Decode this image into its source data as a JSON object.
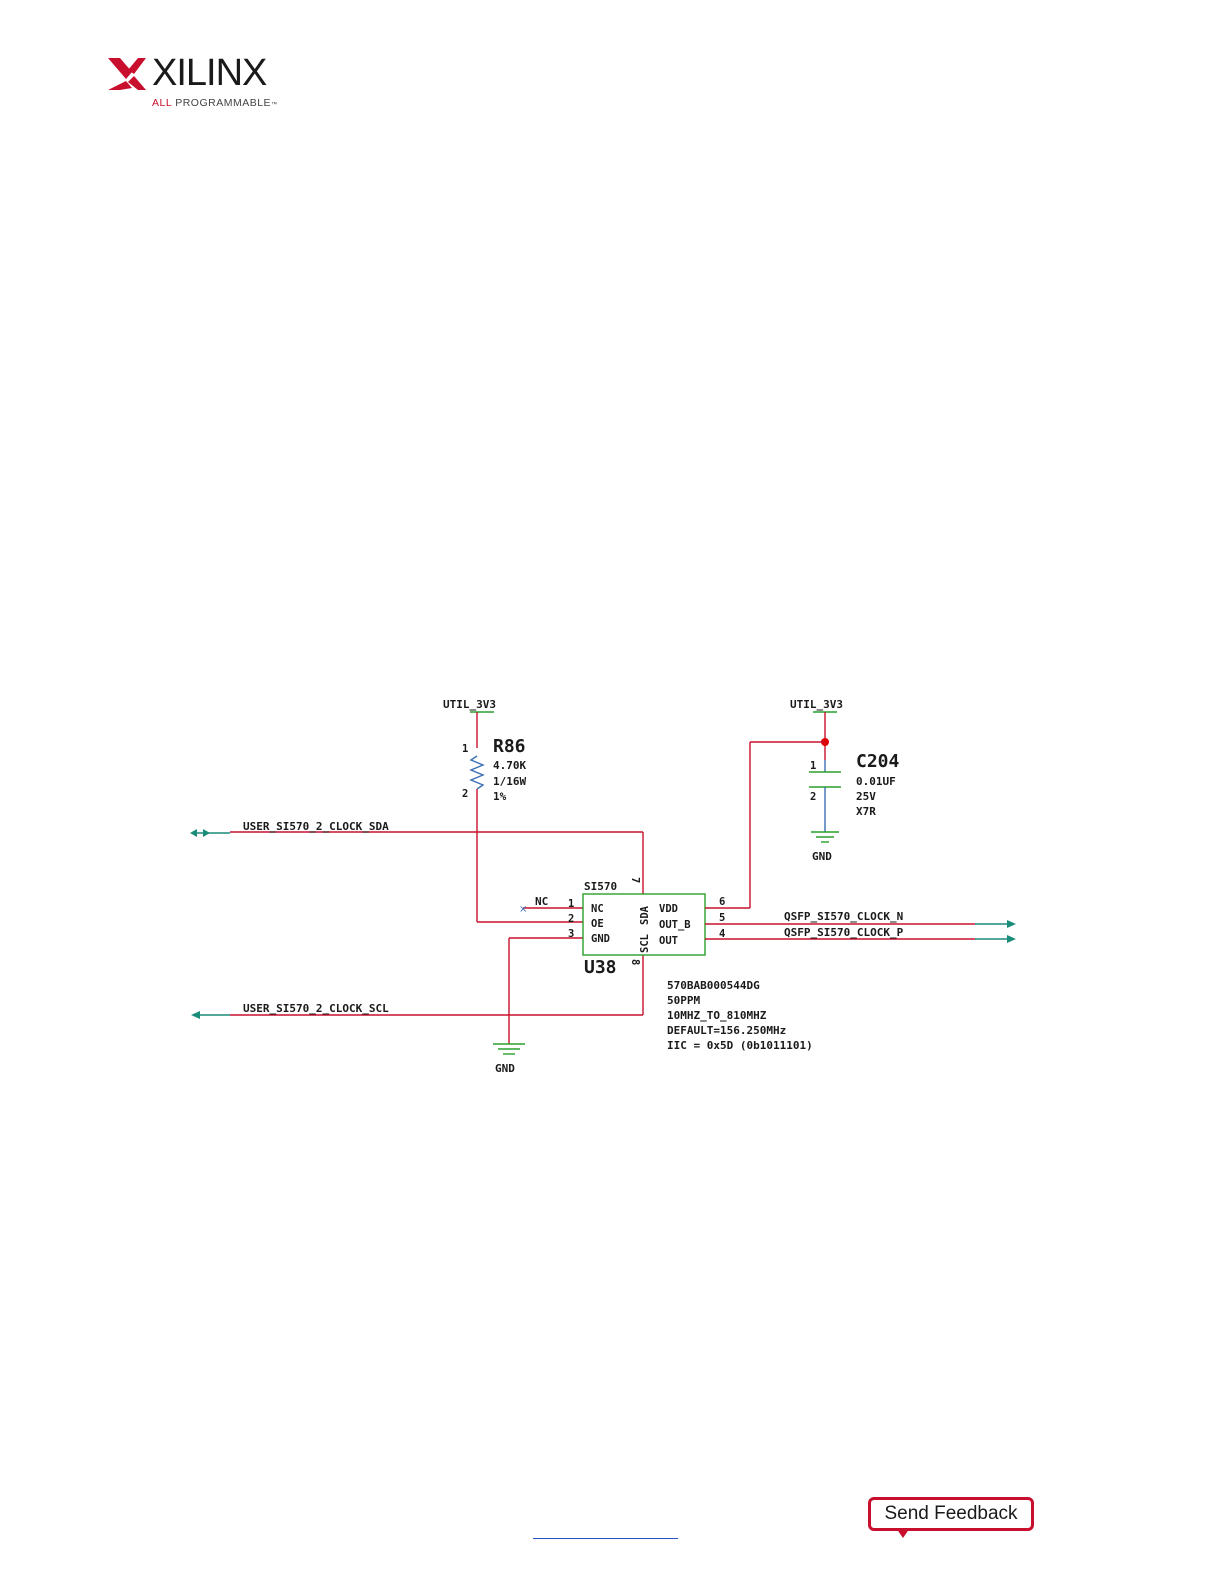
{
  "header": {
    "logo_word": "XILINX",
    "logo_tag_all": "ALL",
    "logo_tag_rest": " PROGRAMMABLE",
    "logo_tm": "™"
  },
  "schematic": {
    "power_left": "UTIL_3V3",
    "power_right": "UTIL_3V3",
    "r86": {
      "ref": "R86",
      "value": "4.70K",
      "power": "1/16W",
      "tol": "1%",
      "pin1": "1",
      "pin2": "2"
    },
    "c204": {
      "ref": "C204",
      "value": "0.01UF",
      "voltage": "25V",
      "dielectric": "X7R",
      "pin1": "1",
      "pin2": "2"
    },
    "gnd_cap": "GND",
    "gnd_main": "GND",
    "net_sda": "USER_SI570_2_CLOCK_SDA",
    "net_scl": "USER_SI570_2_CLOCK_SCL",
    "net_clk_n": "QSFP_SI570_CLOCK_N",
    "net_clk_p": "QSFP_SI570_CLOCK_P",
    "nc_label": "NC",
    "u38": {
      "part": "SI570",
      "ref": "U38",
      "pins_left": [
        {
          "num": "1",
          "name": "NC"
        },
        {
          "num": "2",
          "name": "OE"
        },
        {
          "num": "3",
          "name": "GND"
        }
      ],
      "pins_right": [
        {
          "num": "6",
          "name": "VDD"
        },
        {
          "num": "5",
          "name": "OUT_B"
        },
        {
          "num": "4",
          "name": "OUT"
        }
      ],
      "pin_top": "7",
      "pin_bottom": "8",
      "vertical_sda": "SDA",
      "vertical_scl": "SCL"
    },
    "notes": [
      "570BAB000544DG",
      "50PPM",
      "10MHZ_TO_810MHZ",
      "DEFAULT=156.250MHz",
      "IIC = 0x5D (0b1011101)"
    ]
  },
  "footer": {
    "feedback_label": "Send Feedback"
  },
  "colors": {
    "brand_red": "#c8102e",
    "wire_teal": "#1a8c7a",
    "wire_blue": "#3b6fb6",
    "part_green": "#2aa02a"
  }
}
